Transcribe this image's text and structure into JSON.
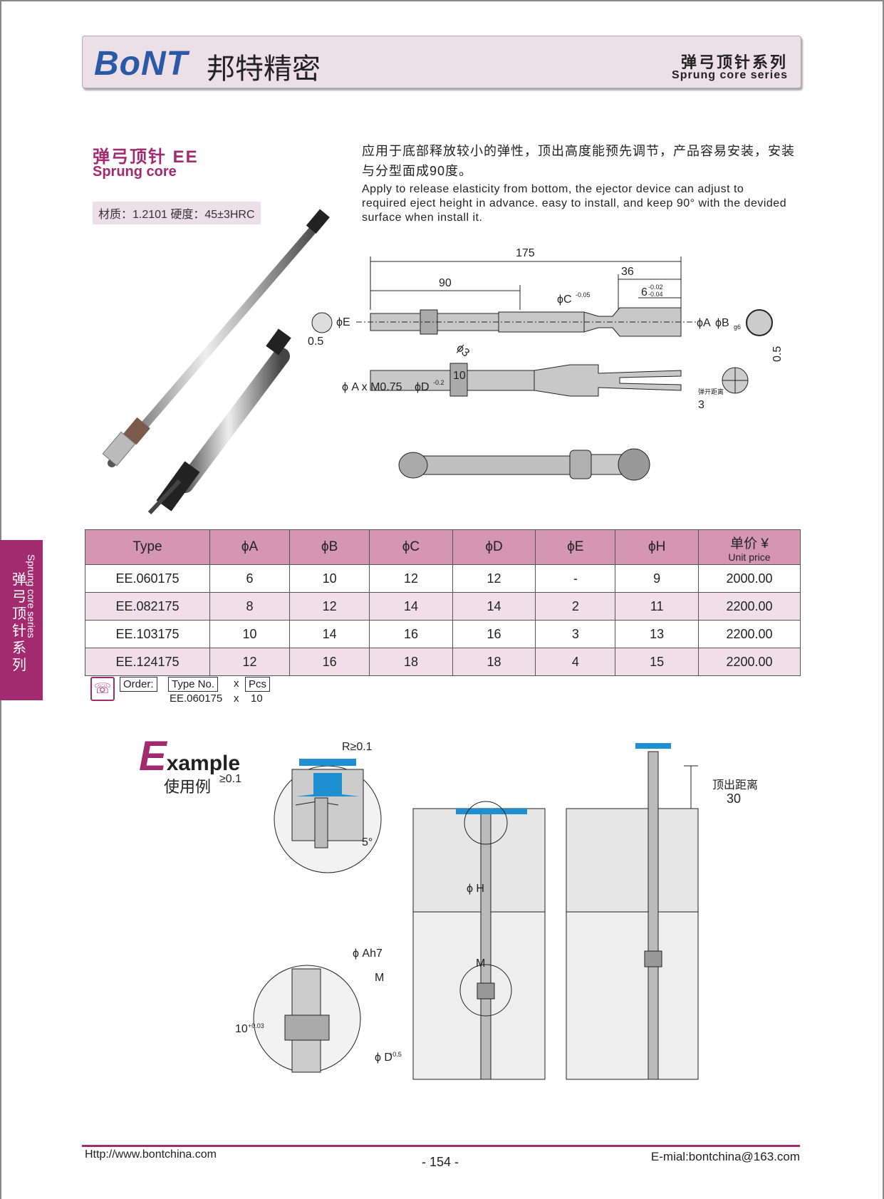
{
  "header": {
    "logo": "BoNT",
    "logo_cn": "邦特精密",
    "series_cn": "弹弓顶针系列",
    "series_en": "Sprung core series"
  },
  "product": {
    "title": "弹弓顶针  EE",
    "subtitle": "Sprung core",
    "material": "材质：1.2101  硬度：45±3HRC",
    "desc_cn": "应用于底部释放较小的弹性，顶出高度能预先调节，产品容易安装，安装与分型面成90度。",
    "desc_en": "Apply to release elasticity from bottom, the ejector device can adjust to required eject height in advance. easy to install, and keep 90°  with the devided surface when install it."
  },
  "drawing": {
    "len_total": "175",
    "len_90": "90",
    "len_36": "36",
    "tol_6": "6",
    "tol_6_hi": "-0.02",
    "tol_6_lo": "-0.04",
    "phi_c": "ϕC",
    "phi_c_tol": "-0.05",
    "phi_e": "ϕE",
    "phi_a": "ϕA",
    "phi_b": "ϕB",
    "phi_b_tol": "g6",
    "dim_05_left": "0.5",
    "dim_05_right": "0.5",
    "phi_3": "ϕ3",
    "thread": "ϕ A x M0.75",
    "phi_d": "ϕD",
    "phi_d_tol": "-0.2",
    "len_10": "10",
    "open_dist": "弹开距离",
    "open_val": "3"
  },
  "table": {
    "headers": [
      "Type",
      "ϕA",
      "ϕB",
      "ϕC",
      "ϕD",
      "ϕE",
      "ϕH"
    ],
    "price_cn": "单价 ¥",
    "price_en": "Unit price",
    "rows": [
      [
        "EE.060175",
        "6",
        "10",
        "12",
        "12",
        "-",
        "9",
        "2000.00"
      ],
      [
        "EE.082175",
        "8",
        "12",
        "14",
        "14",
        "2",
        "11",
        "2200.00"
      ],
      [
        "EE.103175",
        "10",
        "14",
        "16",
        "16",
        "3",
        "13",
        "2200.00"
      ],
      [
        "EE.124175",
        "12",
        "16",
        "18",
        "18",
        "4",
        "15",
        "2200.00"
      ]
    ]
  },
  "order": {
    "label": "Order:",
    "type_no": "Type No.",
    "x": "x",
    "pcs": "Pcs",
    "example_type": "EE.060175",
    "example_x": "x",
    "example_qty": "10"
  },
  "example": {
    "big": "E",
    "rest": "xample",
    "cn": "使用例",
    "r_label": "R≥0.1",
    "gap_label": "≥0.1",
    "angle": "5°",
    "phi_h": "ϕ H",
    "phi_ah7": "ϕ Ah7",
    "m_label": "M",
    "m_label2": "M",
    "ten": "10",
    "ten_tol": "+0.03",
    "phi_d5": "ϕ D",
    "phi_d5_tol": "+0.5",
    "eject_cn": "顶出距离",
    "eject_val": "30"
  },
  "side_tab": {
    "cn": "弹弓顶针系列",
    "en": "Sprung core series"
  },
  "footer": {
    "url": "Http://www.bontchina.com",
    "page": "- 154 -",
    "mail": "E-mial:bontchina@163.com"
  },
  "colors": {
    "accent": "#a22a6e",
    "header_fill": "#d596b4",
    "logo_blue": "#2a5aa6",
    "blue_part": "#1e8fd0"
  }
}
